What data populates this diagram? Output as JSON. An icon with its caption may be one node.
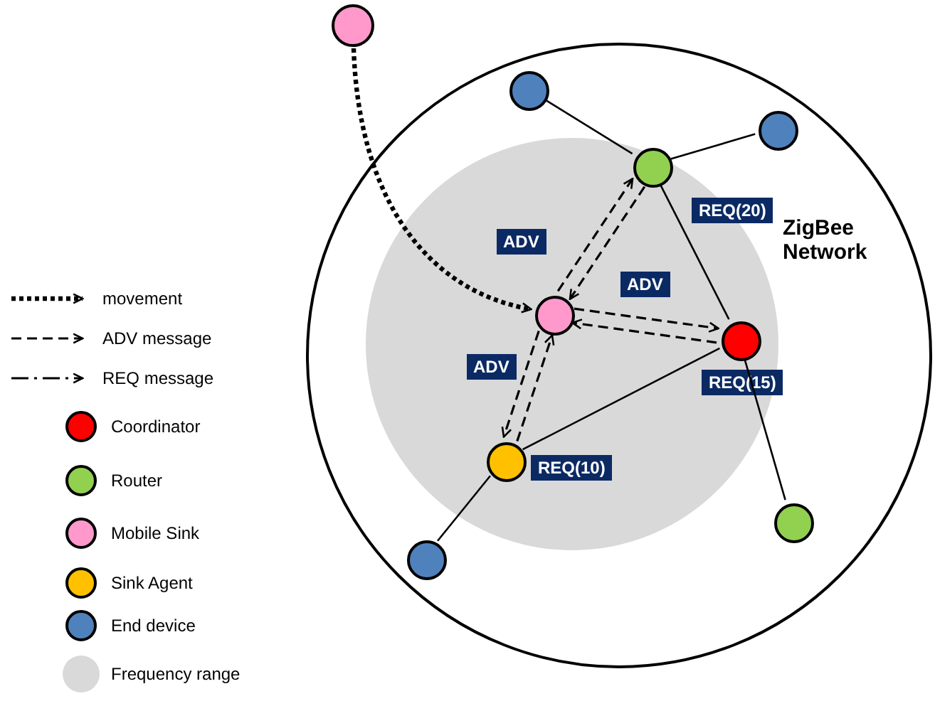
{
  "diagram": {
    "nodes": [
      {
        "text": [
          "ZigBee Network"
        ]
      },
      {
        "text": [],
        "shape": "circle",
        "in": 0
      },
      {
        "text": [],
        "shape": "circle",
        "in": 1
      },
      {
        "text": [],
        "shape": "circle",
        "in": 1,
        "beside": [
          "REQ(20)"
        ]
      },
      {
        "text": [],
        "shape": "circle",
        "in": 1,
        "beside": [
          "REQ(15)"
        ]
      },
      {
        "text": [],
        "shape": "circle",
        "in": 1,
        "beside": [
          "REQ(10)"
        ]
      },
      {
        "text": [],
        "shape": "circle"
      },
      {
        "text": [],
        "shape": "circle",
        "in": 0
      },
      {
        "text": [],
        "shape": "circle",
        "in": 0
      },
      {
        "text": [],
        "shape": "circle",
        "in": 0
      },
      {
        "text": [],
        "shape": "circle",
        "in": 0
      }
    ],
    "edges": [
      {
        "from": 6,
        "to": 2,
        "arrow": "to",
        "style": "dashed"
      },
      {
        "from": 2,
        "to": 3,
        "arrow": "to",
        "style": "dashed",
        "label": "ADV"
      },
      {
        "from": 3,
        "to": 2,
        "arrow": "to",
        "style": "dashed"
      },
      {
        "from": 2,
        "to": 4,
        "arrow": "to",
        "style": "dashed",
        "label": "ADV"
      },
      {
        "from": 4,
        "to": 2,
        "arrow": "to",
        "style": "dashed"
      },
      {
        "from": 2,
        "to": 5,
        "arrow": "to",
        "style": "dashed",
        "label": "ADV"
      },
      {
        "from": 5,
        "to": 2,
        "arrow": "to",
        "style": "dashed"
      },
      {
        "from": 7,
        "to": 3,
        "arrow": "none"
      },
      {
        "from": 3,
        "to": 8,
        "arrow": "none"
      },
      {
        "from": 3,
        "to": 4,
        "arrow": "none"
      },
      {
        "from": 4,
        "to": 5,
        "arrow": "none"
      },
      {
        "from": 4,
        "to": 9,
        "arrow": "none"
      },
      {
        "from": 5,
        "to": 10,
        "arrow": "none"
      }
    ],
    "legend": [
      {
        "text": "movement"
      },
      {
        "text": "ADV message"
      },
      {
        "text": "REQ message"
      },
      {
        "text": "Coordinator",
        "color": "#ff0000"
      },
      {
        "text": "Router",
        "color": "#92d050"
      },
      {
        "text": "Mobile Sink",
        "color": "#ff99cc"
      },
      {
        "text": "Sink Agent",
        "color": "#ffc000"
      },
      {
        "text": "End device",
        "color": "#4f81bd"
      },
      {
        "text": "Frequency range",
        "color": "#d9d9d9"
      }
    ]
  }
}
